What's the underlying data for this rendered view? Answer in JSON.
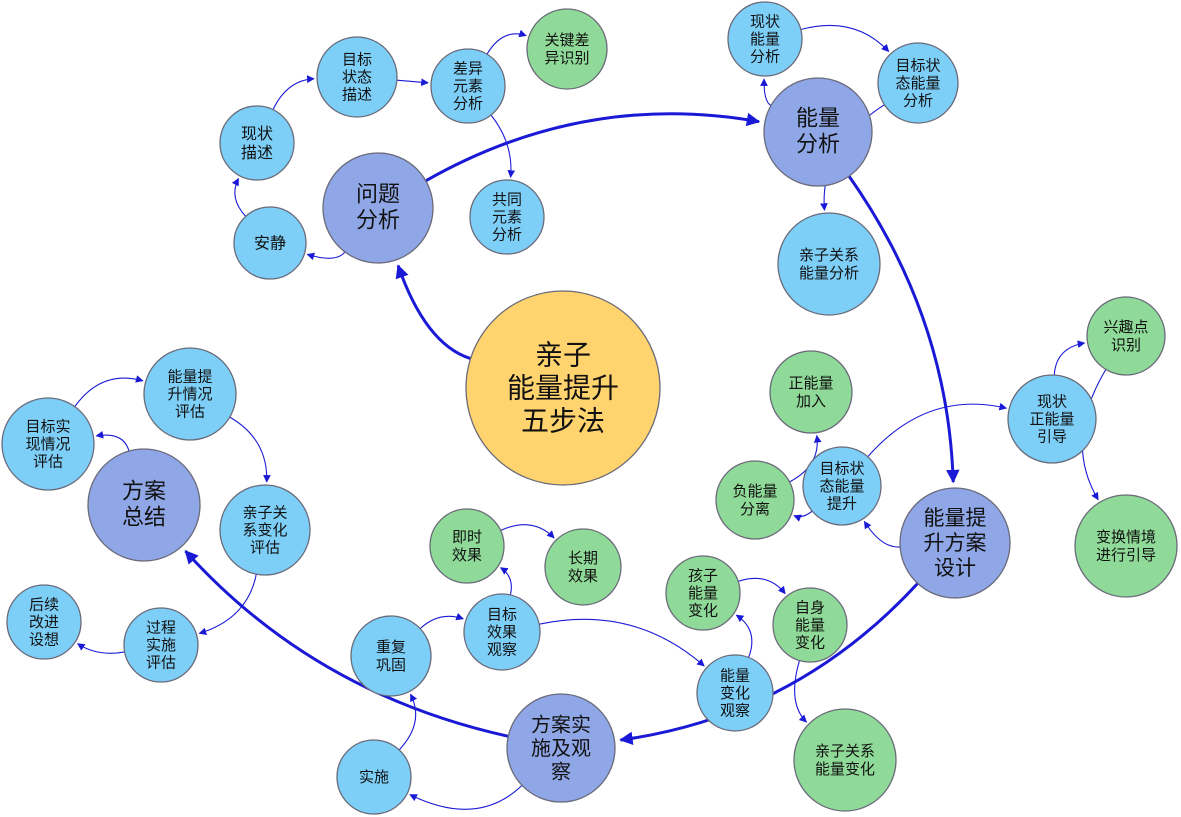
{
  "colors": {
    "center": "#ffd36e",
    "step": "#8fa7e6",
    "sub": "#7dcff8",
    "leaf": "#8fda98",
    "edge": "#1a1ad6"
  },
  "nodes": [
    {
      "id": "center",
      "lines": [
        "亲子",
        "能量提升",
        "五步法"
      ],
      "kind": "center"
    },
    {
      "id": "problem-analysis",
      "lines": [
        "问题",
        "分析"
      ],
      "kind": "step"
    },
    {
      "id": "energy-analysis",
      "lines": [
        "能量",
        "分析"
      ],
      "kind": "step"
    },
    {
      "id": "plan-design",
      "lines": [
        "能量提",
        "升方案",
        "设计"
      ],
      "kind": "step"
    },
    {
      "id": "implementation",
      "lines": [
        "方案实",
        "施及观",
        "察"
      ],
      "kind": "step"
    },
    {
      "id": "summary",
      "lines": [
        "方案",
        "总结"
      ],
      "kind": "step"
    },
    {
      "id": "calm",
      "lines": [
        "安静"
      ],
      "kind": "sub"
    },
    {
      "id": "status-desc",
      "lines": [
        "现状",
        "描述"
      ],
      "kind": "sub"
    },
    {
      "id": "target-desc",
      "lines": [
        "目标",
        "状态",
        "描述"
      ],
      "kind": "sub"
    },
    {
      "id": "diff-analysis",
      "lines": [
        "差异",
        "元素",
        "分析"
      ],
      "kind": "sub"
    },
    {
      "id": "key-diff",
      "lines": [
        "关键差",
        "异识别"
      ],
      "kind": "leaf"
    },
    {
      "id": "common-analysis",
      "lines": [
        "共同",
        "元素",
        "分析"
      ],
      "kind": "sub"
    },
    {
      "id": "status-energy",
      "lines": [
        "现状",
        "能量",
        "分析"
      ],
      "kind": "sub"
    },
    {
      "id": "target-energy",
      "lines": [
        "目标状",
        "态能量",
        "分析"
      ],
      "kind": "sub"
    },
    {
      "id": "relation-energy",
      "lines": [
        "亲子关系",
        "能量分析"
      ],
      "kind": "sub"
    },
    {
      "id": "interest",
      "lines": [
        "兴趣点",
        "识别"
      ],
      "kind": "leaf"
    },
    {
      "id": "positive-guide",
      "lines": [
        "现状",
        "正能量",
        "引导"
      ],
      "kind": "sub"
    },
    {
      "id": "switch-scene",
      "lines": [
        "变换情境",
        "进行引导"
      ],
      "kind": "leaf"
    },
    {
      "id": "positive-add",
      "lines": [
        "正能量",
        "加入"
      ],
      "kind": "leaf"
    },
    {
      "id": "negative-sep",
      "lines": [
        "负能量",
        "分离"
      ],
      "kind": "leaf"
    },
    {
      "id": "target-boost",
      "lines": [
        "目标状",
        "态能量",
        "提升"
      ],
      "kind": "sub"
    },
    {
      "id": "child-change",
      "lines": [
        "孩子",
        "能量",
        "变化"
      ],
      "kind": "leaf"
    },
    {
      "id": "self-change",
      "lines": [
        "自身",
        "能量",
        "变化"
      ],
      "kind": "leaf"
    },
    {
      "id": "energy-observe",
      "lines": [
        "能量",
        "变化",
        "观察"
      ],
      "kind": "sub"
    },
    {
      "id": "relation-change",
      "lines": [
        "亲子关系",
        "能量变化"
      ],
      "kind": "leaf"
    },
    {
      "id": "instant-effect",
      "lines": [
        "即时",
        "效果"
      ],
      "kind": "leaf"
    },
    {
      "id": "long-effect",
      "lines": [
        "长期",
        "效果"
      ],
      "kind": "leaf"
    },
    {
      "id": "target-observe",
      "lines": [
        "目标",
        "效果",
        "观察"
      ],
      "kind": "sub"
    },
    {
      "id": "repeat",
      "lines": [
        "重复",
        "巩固"
      ],
      "kind": "sub"
    },
    {
      "id": "execute",
      "lines": [
        "实施"
      ],
      "kind": "sub"
    },
    {
      "id": "energy-eval",
      "lines": [
        "能量提",
        "升情况",
        "评估"
      ],
      "kind": "sub"
    },
    {
      "id": "goal-eval",
      "lines": [
        "目标实",
        "现情况",
        "评估"
      ],
      "kind": "sub"
    },
    {
      "id": "relation-eval",
      "lines": [
        "亲子关",
        "系变化",
        "评估"
      ],
      "kind": "sub"
    },
    {
      "id": "process-eval",
      "lines": [
        "过程",
        "实施",
        "评估"
      ],
      "kind": "sub"
    },
    {
      "id": "followup",
      "lines": [
        "后续",
        "改进",
        "设想"
      ],
      "kind": "sub"
    }
  ],
  "edges": [
    {
      "from": "center",
      "to": "problem-analysis",
      "weight": "thick"
    },
    {
      "from": "problem-analysis",
      "to": "energy-analysis",
      "weight": "thick"
    },
    {
      "from": "energy-analysis",
      "to": "plan-design",
      "weight": "thick"
    },
    {
      "from": "plan-design",
      "to": "implementation",
      "weight": "thick"
    },
    {
      "from": "implementation",
      "to": "summary",
      "weight": "thick"
    },
    {
      "from": "problem-analysis",
      "to": "calm",
      "weight": "thin"
    },
    {
      "from": "calm",
      "to": "status-desc",
      "weight": "thin"
    },
    {
      "from": "status-desc",
      "to": "target-desc",
      "weight": "thin"
    },
    {
      "from": "target-desc",
      "to": "diff-analysis",
      "weight": "thin"
    },
    {
      "from": "diff-analysis",
      "to": "key-diff",
      "weight": "thin"
    },
    {
      "from": "diff-analysis",
      "to": "common-analysis",
      "weight": "thin"
    },
    {
      "from": "energy-analysis",
      "to": "status-energy",
      "weight": "thin"
    },
    {
      "from": "status-energy",
      "to": "target-energy",
      "weight": "thin"
    },
    {
      "from": "target-energy",
      "to": "relation-energy",
      "weight": "thin"
    },
    {
      "from": "plan-design",
      "to": "target-boost",
      "weight": "thin"
    },
    {
      "from": "target-boost",
      "to": "negative-sep",
      "weight": "thin"
    },
    {
      "from": "negative-sep",
      "to": "positive-add",
      "weight": "thin"
    },
    {
      "from": "target-boost",
      "to": "positive-guide",
      "weight": "thin"
    },
    {
      "from": "positive-guide",
      "to": "interest",
      "weight": "thin"
    },
    {
      "from": "interest",
      "to": "switch-scene",
      "weight": "thin"
    },
    {
      "from": "implementation",
      "to": "execute",
      "weight": "thin"
    },
    {
      "from": "execute",
      "to": "repeat",
      "weight": "thin"
    },
    {
      "from": "repeat",
      "to": "target-observe",
      "weight": "thin"
    },
    {
      "from": "target-observe",
      "to": "instant-effect",
      "weight": "thin"
    },
    {
      "from": "instant-effect",
      "to": "long-effect",
      "weight": "thin"
    },
    {
      "from": "target-observe",
      "to": "energy-observe",
      "weight": "thin"
    },
    {
      "from": "energy-observe",
      "to": "child-change",
      "weight": "thin"
    },
    {
      "from": "child-change",
      "to": "self-change",
      "weight": "thin"
    },
    {
      "from": "self-change",
      "to": "relation-change",
      "weight": "thin"
    },
    {
      "from": "summary",
      "to": "goal-eval",
      "weight": "thin"
    },
    {
      "from": "goal-eval",
      "to": "energy-eval",
      "weight": "thin"
    },
    {
      "from": "energy-eval",
      "to": "relation-eval",
      "weight": "thin"
    },
    {
      "from": "relation-eval",
      "to": "process-eval",
      "weight": "thin"
    },
    {
      "from": "process-eval",
      "to": "followup",
      "weight": "thin"
    }
  ]
}
